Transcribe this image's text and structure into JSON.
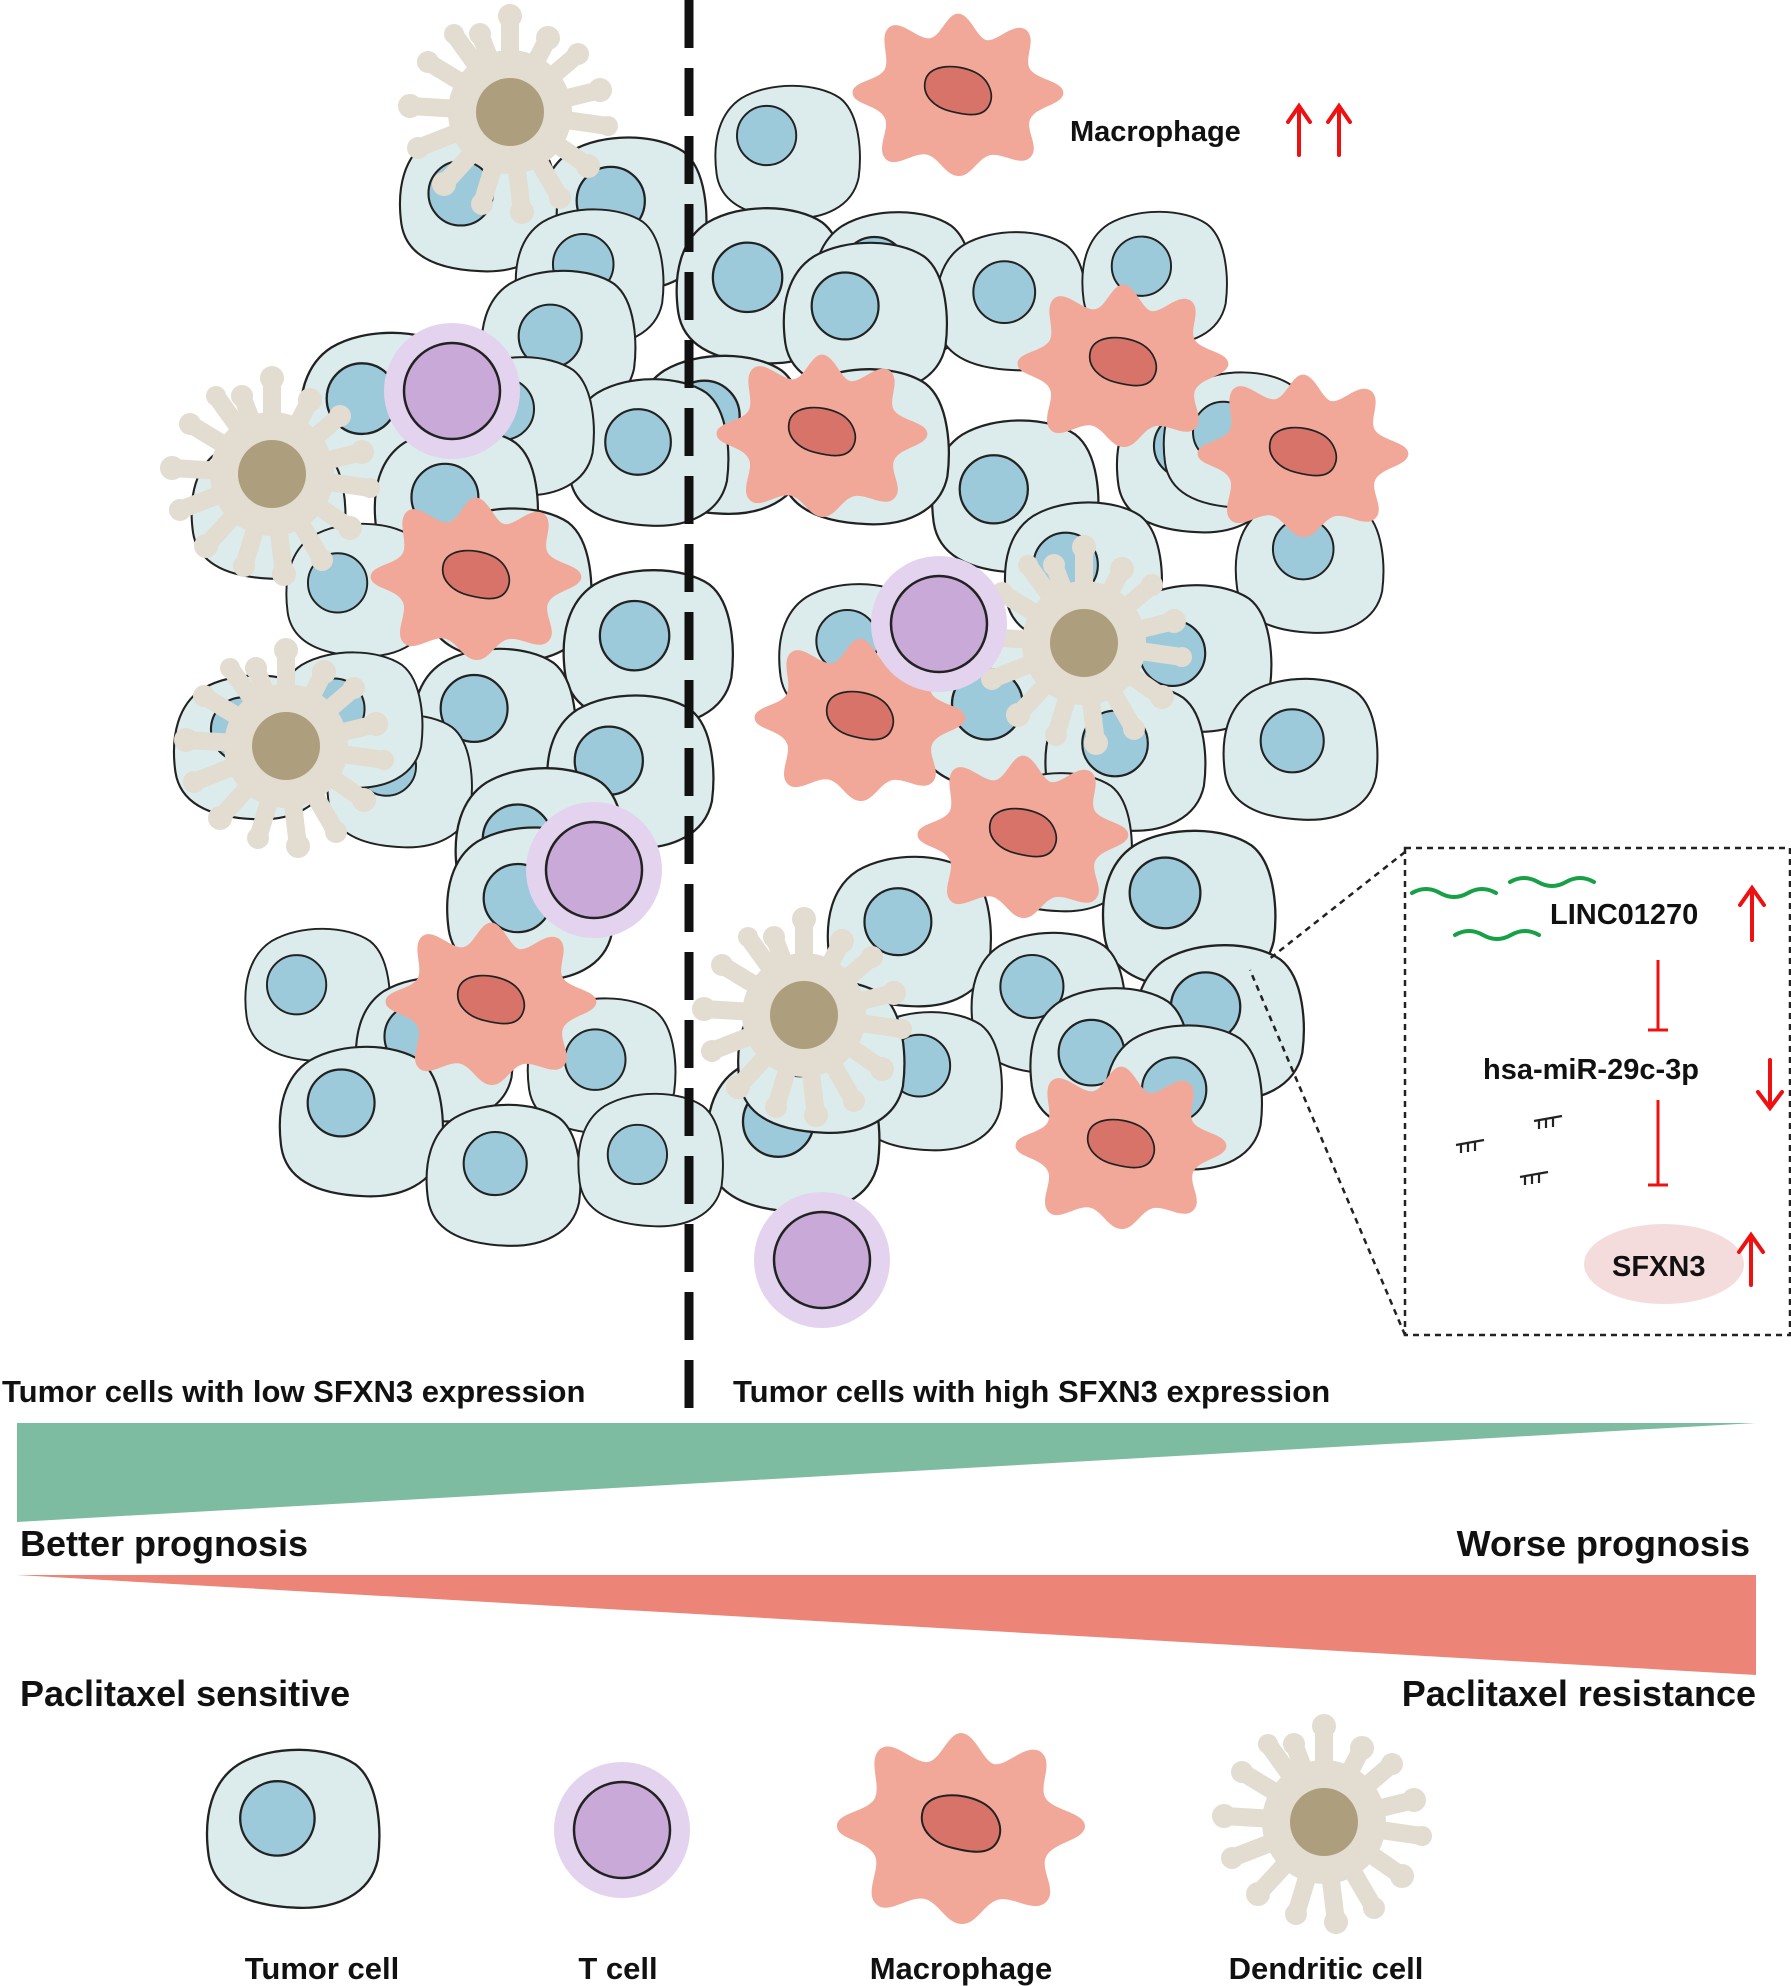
{
  "top_label": {
    "text": "Macrophage",
    "arrows": "up-up"
  },
  "inset": {
    "lncrna": {
      "text": "LINC01270",
      "arrow": "up"
    },
    "mirna": {
      "text": "hsa-miR-29c-3p",
      "arrow": "down"
    },
    "gene": {
      "text": "SFXN3",
      "arrow": "up"
    }
  },
  "split": {
    "left": "Tumor cells with low SFXN3 expression",
    "right": "Tumor cells with high SFXN3 expression"
  },
  "prognosis": {
    "left": "Better prognosis",
    "right": "Worse prognosis"
  },
  "paclitaxel": {
    "left": "Paclitaxel sensitive",
    "right": "Paclitaxel resistance"
  },
  "legend": [
    {
      "label": "Tumor cell",
      "icon": "tumor-cell-icon"
    },
    {
      "label": "T cell",
      "icon": "t-cell-icon"
    },
    {
      "label": "Macrophage",
      "icon": "macrophage-icon"
    },
    {
      "label": "Dendritic cell",
      "icon": "dendritic-cell-icon"
    }
  ],
  "colors": {
    "tumor_body": "#dcecec",
    "tumor_nucleus": "#9ccadb",
    "t_cell_outer": "#e3d3ee",
    "t_cell_inner": "#c9a9d8",
    "macrophage": "#f2a898",
    "macrophage_nucleus": "#d8736a",
    "dendritic": "#e3dcd0",
    "dendritic_nucleus": "#ad9e7d",
    "arrow_red": "#ee1111",
    "lncrna_green": "#17a046",
    "green_wedge": "#7dbca1",
    "red_wedge": "#ec8477"
  }
}
